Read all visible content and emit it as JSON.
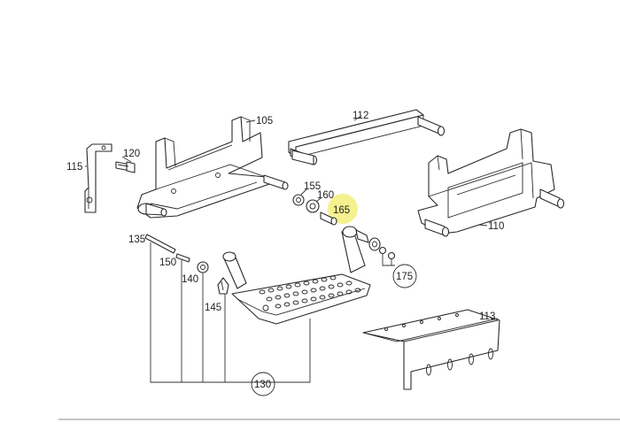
{
  "callouts": {
    "p105": "105",
    "p112": "112",
    "p115": "115",
    "p120": "120",
    "p155": "155",
    "p160": "160",
    "p165": "165",
    "p110": "110",
    "p135": "135",
    "p150": "150",
    "p140": "140",
    "p145": "145",
    "p175": "175",
    "p113": "113",
    "p130": "130"
  },
  "highlighted_callout": "165",
  "colors": {
    "highlight": "#f3ef7a",
    "line": "#2a2a2a",
    "background": "#ffffff"
  }
}
